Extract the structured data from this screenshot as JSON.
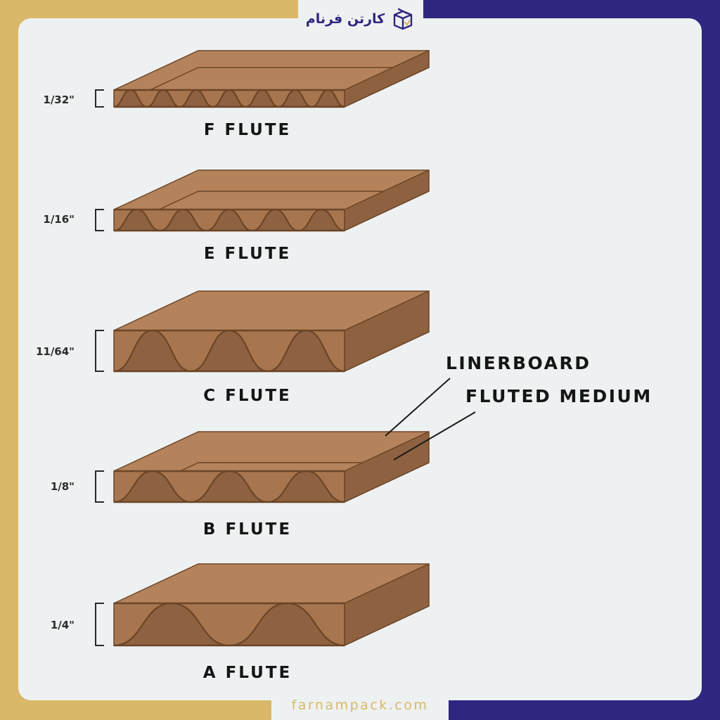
{
  "brand": {
    "logo_text": "کارتن فرنام",
    "website": "farnampack.com",
    "colors": {
      "gold": "#d9b86a",
      "navy": "#2f2680",
      "card": "#eef1f1",
      "board_top": "#b5835b",
      "board_side": "#8e6240",
      "board_edge": "#6b4527",
      "flute_light": "#a8764e"
    }
  },
  "callouts": {
    "linerboard": "LINERBOARD",
    "fluted_medium": "FLUTED MEDIUM"
  },
  "flutes": [
    {
      "name": "F FLUTE",
      "size": "1/32\"",
      "waves": 7
    },
    {
      "name": "E FLUTE",
      "size": "1/16\"",
      "waves": 5
    },
    {
      "name": "C FLUTE",
      "size": "11/64\"",
      "waves": 3
    },
    {
      "name": "B FLUTE",
      "size": "1/8\"",
      "waves": 3
    },
    {
      "name": "A FLUTE",
      "size": "1/4\"",
      "waves": 2
    }
  ]
}
